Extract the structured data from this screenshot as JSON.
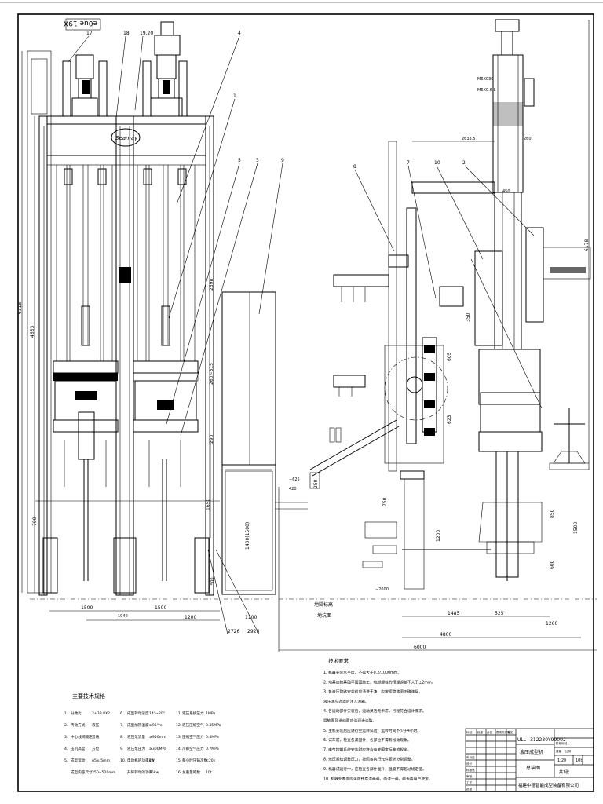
{
  "stamp": "e0ue 19X",
  "balloons_left": [
    "17",
    "18",
    "19,20",
    "4",
    "1",
    "5",
    "3",
    "9"
  ],
  "balloons_right": [
    "8",
    "7",
    "10",
    "2"
  ],
  "dims_left": {
    "total_h": "6318",
    "h4653": "4653",
    "h2598": "2598",
    "h260_315": "260~315",
    "h1650": "1650",
    "h700": "700",
    "h290": "290",
    "cab": "1400(1500)",
    "w1500a": "1500",
    "w1500b": "1500",
    "w1200": "1200",
    "w1100": "1100",
    "w2726": "2726",
    "w2928": "2928",
    "w500": "500",
    "w1940": "1940"
  },
  "dims_right": {
    "w2633": "2633.5",
    "total_h": "6178",
    "tag1": "M6X030",
    "tag2": "M6X0.6-L",
    "h450": "450",
    "h260": "260",
    "h350": "350",
    "h605": "605",
    "h623": "623",
    "h420": "420",
    "h625": "−625",
    "h750": "750",
    "h250": "250",
    "h1200": "1200",
    "h850": "850",
    "h600": "600",
    "h1500": "1500",
    "h2600": "−2600",
    "w1485": "1485",
    "w525": "525",
    "w1260": "1260",
    "w4800": "4800",
    "w6000": "6000",
    "ground_a": "地脚标高",
    "ground_b": "地坑面"
  },
  "spec": {
    "title": "主要技术规格",
    "rows": [
      [
        "1.",
        "分数比",
        "2±38.8X2",
        "6.",
        "成型转动速度",
        "14°~20°",
        "11.",
        "液压系统压力",
        "1MPa"
      ],
      [
        "2.",
        "传动方式",
        "液压",
        "7.",
        "成型加热温度",
        "≥95°m",
        "12.",
        "液压压缩空气",
        "0.35MPa"
      ],
      [
        "3.",
        "中心线间隔距",
        "普通",
        "8.",
        "液压泵流量",
        "≥950mm",
        "13.",
        "压缩空气压力",
        "0.4MPa"
      ],
      [
        "4.",
        "压机高度",
        "方位",
        "9.",
        "液压泵压力",
        "≥300MPa",
        "14.",
        "冷却空气压力",
        "0.7MPa"
      ],
      [
        "5.",
        "成型运动",
        "φ5±.5mm",
        "10.",
        "电动机的功率kW",
        "19",
        "15.",
        "每小时压铸次数",
        "<20s"
      ],
      [
        "",
        "成型内容尺寸",
        "250∼520mm",
        "",
        "升降转动的功率",
        "35kw",
        "16.",
        "总重量吨数",
        "10t"
      ]
    ]
  },
  "notes": {
    "title": "技术要求",
    "lines": [
      "1. 机器安装水平度，不得大于0.2/1000mm。",
      "2. 地基应按基础平面图施工，地脚螺栓的预埋误差不大于±2mm。",
      "3. 各液压管路安装前应清洗干净，应按照管路图正确连接。",
      "   液压油应过滤后注入油箱。",
      "4. 各运动部件安装后，运动灵活无卡滞，行程符合设计要求。",
      "   导轨面及滑动面应涂润滑油脂。",
      "5. 主机安装后应进行空运转试验，运转时间不少于4小时。",
      "6. 试车前，检查各紧固件，各部位不得有松动现象。",
      "7. 电气控制系统安装时应符合有关国家标准的规定。",
      "8. 液压系统调整压力，按照各执行元件要求分别调整。",
      "9. 机器试运行中，应检查各部件温升，温度不得超过规定值。",
      "10. 机器外表面应涂防锈底漆两遍，面漆一遍，颜色由用户决定。"
    ]
  },
  "title_block": {
    "drawing_no": "ULL−312230Y99002",
    "name_line1": "液压成型机",
    "name_line2": "总装图",
    "company": "福建中德智能成型装备有限公司",
    "scale_label": "1:20",
    "sheet": "共1张",
    "mass": "10t",
    "cells": [
      "标记",
      "处数",
      "分区",
      "更改文件号",
      "签名",
      "年月日",
      "设计",
      "标准化",
      "审核",
      "工艺",
      "批准",
      "阶段标记",
      "重量",
      "比例"
    ]
  }
}
